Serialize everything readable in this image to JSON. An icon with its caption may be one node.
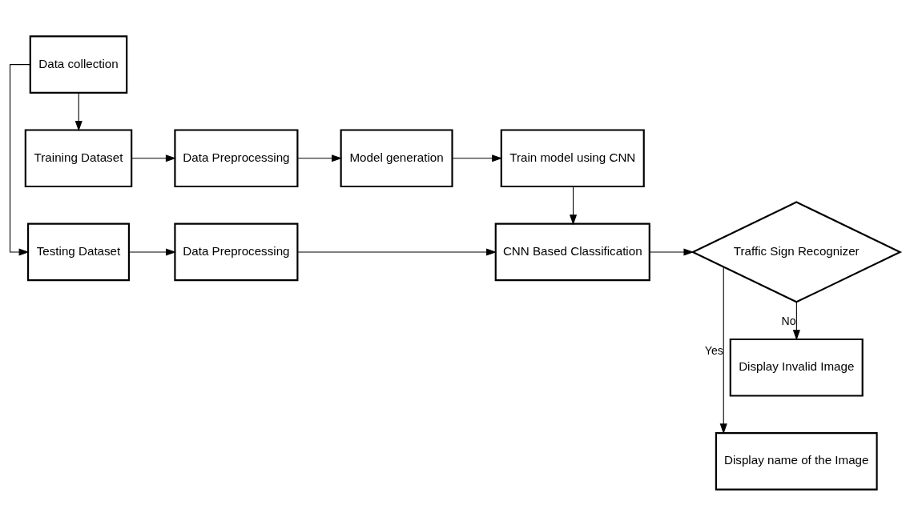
{
  "diagram": {
    "nodes": [
      {
        "text": [
          "Training Dataset"
        ]
      },
      {
        "text": [
          "Data Preprocessing"
        ]
      },
      {
        "text": [
          "Model generation"
        ]
      },
      {
        "text": [
          "Train model using CNN"
        ]
      },
      {
        "text": [
          "Display Invalid Image"
        ]
      },
      {
        "text": [
          "Data collection"
        ]
      },
      {
        "text": [
          "Traffic Sign Recognizer"
        ]
      },
      {
        "text": [
          "Testing Dataset"
        ]
      },
      {
        "text": [
          "Data Preprocessing"
        ]
      },
      {
        "text": [
          "CNN Based Classification"
        ]
      },
      {
        "text": [
          "Display name of the Image"
        ]
      }
    ],
    "edges": [
      {
        "from": 5,
        "to": 0,
        "arrow": "to"
      },
      {
        "from": 0,
        "to": 1,
        "arrow": "to"
      },
      {
        "from": 1,
        "to": 2,
        "arrow": "to"
      },
      {
        "from": 2,
        "to": 3,
        "arrow": "to"
      },
      {
        "from": 3,
        "to": 9,
        "arrow": "to"
      },
      {
        "from": 5,
        "to": 7,
        "arrow": "to"
      },
      {
        "from": 7,
        "to": 8,
        "arrow": "to"
      },
      {
        "from": 8,
        "to": 9,
        "arrow": "to"
      },
      {
        "from": 9,
        "to": 6,
        "arrow": "to"
      },
      {
        "from": 6,
        "to": 4,
        "label": "No",
        "arrow": "to"
      },
      {
        "from": 6,
        "to": 10,
        "label": "Yes",
        "arrow": "to"
      }
    ]
  }
}
